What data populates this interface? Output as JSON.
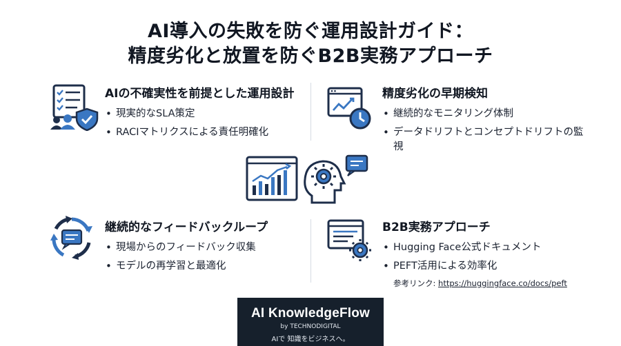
{
  "title": {
    "line1": "AI導入の失敗を防ぐ運用設計ガイド：",
    "line2": "精度劣化と放置を防ぐB2B実務アプローチ"
  },
  "sections": [
    {
      "heading": "AIの不確実性を前提とした運用設計",
      "bullets": [
        "現実的なSLA策定",
        "RACIマトリクスによる責任明確化"
      ],
      "icon": "checklist-team-shield-icon"
    },
    {
      "heading": "精度劣化の早期検知",
      "bullets": [
        "継続的なモニタリング体制",
        "データドリフトとコンセプトドリフトの監視"
      ],
      "icon": "chart-clock-icon"
    },
    {
      "heading": "継続的なフィードバックループ",
      "bullets": [
        "現場からのフィードバック収集",
        "モデルの再学習と最適化"
      ],
      "icon": "cycle-chat-icon"
    },
    {
      "heading": "B2B実務アプローチ",
      "bullets": [
        "Hugging Face公式ドキュメント",
        "PEFT活用による効率化"
      ],
      "reference": {
        "label": "参考リンク: ",
        "url": "https://huggingface.co/docs/peft"
      },
      "icon": "document-gear-icon"
    }
  ],
  "center_icon": "ai-head-gear-chart-icon",
  "logo": {
    "brand": "AI KnowledgeFlow",
    "by": "by TECHNODIGITAL",
    "tagline": "AIで 知識をビジネスへ。"
  },
  "colors": {
    "navy": "#1e2e4a",
    "accent_blue": "#3a77c2",
    "logo_bg": "#16202c"
  }
}
